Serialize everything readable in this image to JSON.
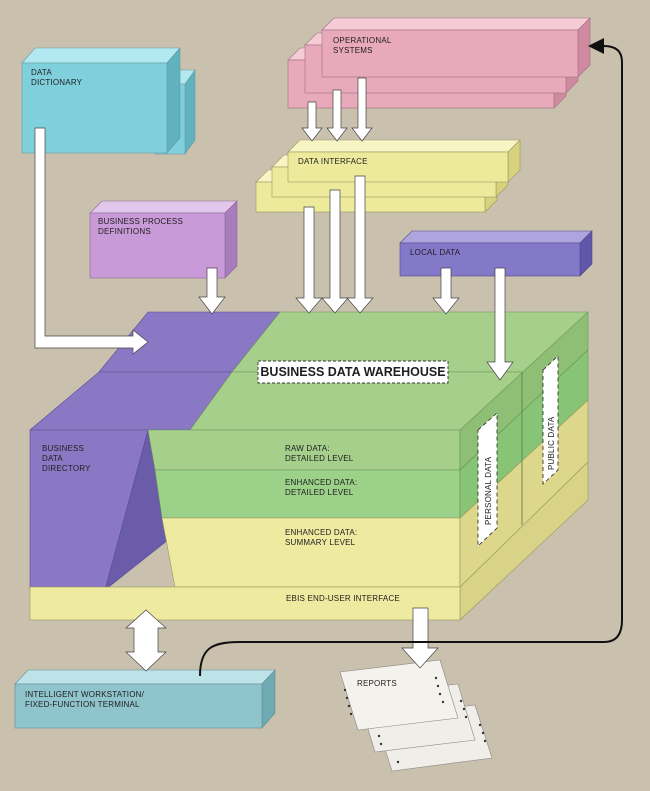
{
  "labels": {
    "data_dictionary": [
      "DATA",
      "DICTIONARY"
    ],
    "operational_systems": [
      "OPERATIONAL",
      "SYSTEMS"
    ],
    "data_interface": "DATA INTERFACE",
    "business_process": [
      "BUSINESS PROCESS",
      "DEFINITIONS"
    ],
    "local_data": "LOCAL DATA",
    "warehouse_title": "BUSINESS DATA WAREHOUSE",
    "business_data_directory": [
      "BUSINESS",
      "DATA",
      "DIRECTORY"
    ],
    "raw_data": [
      "RAW DATA:",
      "DETAILED LEVEL"
    ],
    "enhanced_detailed": [
      "ENHANCED DATA:",
      "DETAILED LEVEL"
    ],
    "enhanced_summary": [
      "ENHANCED DATA:",
      "SUMMARY LEVEL"
    ],
    "personal_data": "PERSONAL DATA",
    "public_data": "PUBLIC DATA",
    "ebis": "EBIS END-USER INTERFACE",
    "workstation": [
      "INTELLIGENT WORKSTATION/",
      "FIXED-FUNCTION TERMINAL"
    ],
    "reports": "REPORTS"
  },
  "colors": {
    "background": "#c9c1ae",
    "data_dictionary": "#7fd0dc",
    "operational_systems": "#e8a9bb",
    "data_interface": "#eeea9c",
    "business_process": "#c99ad8",
    "local_data": "#8478c8",
    "warehouse_green": "#a6cf8c",
    "directory_purple": "#8a78c4",
    "ebis_yellow": "#eeeaa0",
    "workstation": "#8fc4cc",
    "reports": "#f0eee8"
  }
}
